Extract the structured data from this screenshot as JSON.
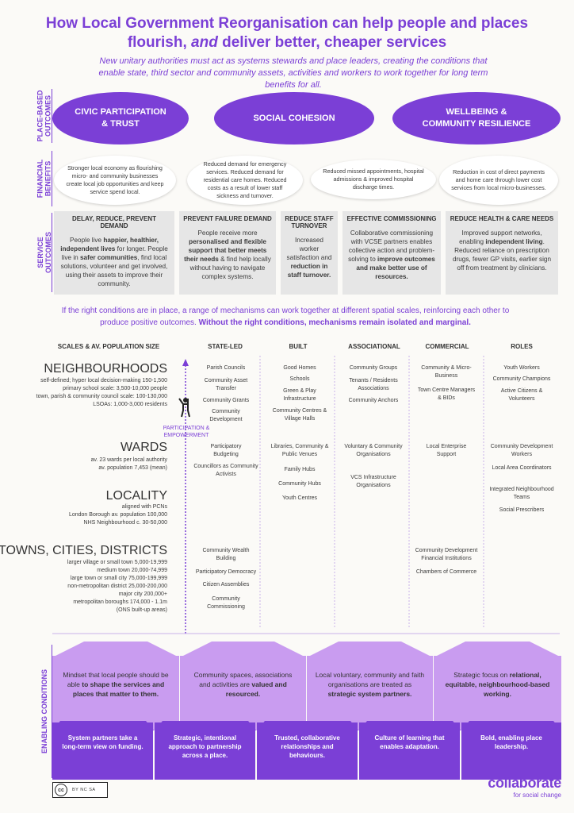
{
  "header": {
    "title_line1": "How Local Government Reorganisation can help people and places",
    "title_line2_pre": "flourish, ",
    "title_line2_em": "and",
    "title_line2_post": " deliver better, cheaper services",
    "subtitle": "New unitary authorities must act as systems stewards and place leaders, creating the conditions that enable state, third sector and community assets, activities and workers to work together for long term benefits for all."
  },
  "side_labels": {
    "place_outcomes": [
      "PLACE-BASED",
      "OUTCOMES"
    ],
    "financial": [
      "FINANCIAL",
      "BENEFITS"
    ],
    "service": [
      "SERVICE",
      "OUTCOMES"
    ],
    "enabling": "ENABLING CONDITIONS"
  },
  "outcomes": [
    {
      "line1": "CIVIC PARTICIPATION",
      "line2": "& TRUST"
    },
    {
      "line1": "SOCIAL COHESION",
      "line2": ""
    },
    {
      "line1": "WELLBEING &",
      "line2": "COMMUNITY RESILIENCE"
    }
  ],
  "benefits": [
    "Stronger local economy as flourishing micro- and community businesses create local job opportunities and keep service spend local.",
    "Reduced demand for emergency services. Reduced demand for residential care homes. Reduced costs as a result of lower staff sickness and turnover.",
    "Reduced missed appointments, hospital admissions & improved hospital discharge times.",
    "Reduction in cost of direct payments and home care through lower cost services from local micro-businesses."
  ],
  "service_outcomes": [
    {
      "title": "DELAY, REDUCE, PREVENT DEMAND",
      "t1": "People live ",
      "b1": "happier, healthier, independent lives",
      "t2": " for longer. People live in ",
      "b2": "safer communities",
      "t3": ", find local solutions, volunteer and get involved, using their assets to improve their community."
    },
    {
      "title": "PREVENT FAILURE DEMAND",
      "t1": "People receive more ",
      "b1": "personalised and flexible support that better meets their needs",
      "t2": " & find help locally without having to navigate complex systems.",
      "b2": "",
      "t3": ""
    },
    {
      "title": "REDUCE STAFF TURNOVER",
      "t1": "Increased worker satisfaction and ",
      "b1": "reduction in staff turnover.",
      "t2": "",
      "b2": "",
      "t3": ""
    },
    {
      "title": "EFFECTIVE COMMISSIONING",
      "t1": "Collaborative commissioning with VCSE partners enables collective action and problem-solving to ",
      "b1": "improve outcomes and make better use of resources.",
      "t2": "",
      "b2": "",
      "t3": ""
    },
    {
      "title": "REDUCE HEALTH & CARE NEEDS",
      "t1": "Improved support networks, enabling ",
      "b1": "independent living",
      "t2": ". Reduced reliance on prescription drugs, fewer GP visits, earlier sign off from treatment by clinicians.",
      "b2": "",
      "t3": ""
    }
  ],
  "connector": {
    "normal": "If the right conditions are in place, a range of mechanisms can work together at different spatial scales, reinforcing each other to produce positive outcomes. ",
    "bold": "Without the right conditions, mechanisms remain isolated and marginal."
  },
  "columns": [
    "SCALES & AV. POPULATION SIZE",
    "STATE-LED",
    "BUILT",
    "ASSOCIATIONAL",
    "COMMERCIAL",
    "ROLES"
  ],
  "participation_label": [
    "PARTICIPATION &",
    "EMPOWERMENT"
  ],
  "scales": [
    {
      "title": "NEIGHBOURHOODS",
      "desc": [
        "self-defined; hyper local decision-making 150-1,500",
        "primary school scale: 3,500-10,000 people",
        "town, parish & community council scale: 100-130,000",
        "LSOAs: 1,000-3,000 residents"
      ]
    },
    {
      "title": "WARDS",
      "desc": [
        "av. 23 wards per local authority",
        "av. population 7,453 (mean)"
      ]
    },
    {
      "title": "LOCALITY",
      "desc": [
        "aligned with PCNs",
        "London Borough av. population 100,000",
        "NHS Neighbourhood c. 30-50,000"
      ]
    },
    {
      "title": "TOWNS, CITIES, DISTRICTS",
      "desc": [
        "larger village or small town 5,000-19,999",
        "medium town 20,000-74,999",
        "large town or small city 75,000-199,999",
        "non-metropolitan district 25,000-200,000",
        "major city 200,000+",
        "metropolitan boroughs 174,000 - 1.1m",
        "(ONS built-up areas)"
      ]
    }
  ],
  "cells": {
    "state_n": [
      "Parish Councils",
      "Community Asset Transfer",
      "Community Grants",
      "Community Development"
    ],
    "state_w": [
      "Participatory Budgeting",
      "Councillors as Community Activists"
    ],
    "state_t": [
      "Community Wealth Building",
      "Participatory Democracy",
      "Citizen Assemblies",
      "Community Commissioning"
    ],
    "built_n": [
      "Good Homes",
      "Schools",
      "Green & Play Infrastructure",
      "Community Centres & Village Halls"
    ],
    "built_w": [
      "Libraries, Community & Public Venues",
      "Family Hubs",
      "Community Hubs",
      "Youth Centres"
    ],
    "assoc_n": [
      "Community Groups",
      "Tenants / Residents Associations",
      "Community Anchors"
    ],
    "assoc_w": [
      "Voluntary & Community Organisations",
      "VCS Infrastructure Organisations"
    ],
    "comm_n": [
      "Community & Micro-Business",
      "Town Centre Managers  & BIDs"
    ],
    "comm_w": [
      "Local Enterprise Support"
    ],
    "comm_t": [
      "Community Development Financial Institutions",
      "Chambers of Commerce"
    ],
    "roles_n": [
      "Youth Workers",
      "Community Champions",
      "Active Citizens & Volunteers"
    ],
    "roles_w": [
      "Community Development Workers",
      "Local Area Coordinators",
      "Integrated Neighbourhood Teams",
      "Social Prescribers"
    ]
  },
  "enabling_top": [
    {
      "t1": "Mindset that local people should be able ",
      "b1": "to shape the services and places that matter to them.",
      "t2": ""
    },
    {
      "t1": "Community spaces, associations and activities are ",
      "b1": "valued and resourced.",
      "t2": ""
    },
    {
      "t1": "Local voluntary, community and faith organisations are treated as ",
      "b1": "strategic system partners.",
      "t2": ""
    },
    {
      "t1": "Strategic focus on ",
      "b1": "relational, equitable, neighbourhood-based working.",
      "t2": ""
    }
  ],
  "enabling_bottom": [
    "System partners take a long-term view on funding.",
    "Strategic, intentional approach to partnership across a place.",
    "Trusted, collaborative relationships and behaviours.",
    "Culture of learning that enables adaptation.",
    "Bold, enabling place leadership."
  ],
  "footer": {
    "cc": "cc",
    "cc_terms": "BY  NC  SA",
    "brand": "collaborate",
    "tagline": "for social change"
  },
  "colors": {
    "accent": "#7b3fd6",
    "light": "#c99cf0",
    "grey": "#e6e6e6"
  },
  "icons": [
    "person-cheering-icon",
    "creative-commons-icon"
  ]
}
